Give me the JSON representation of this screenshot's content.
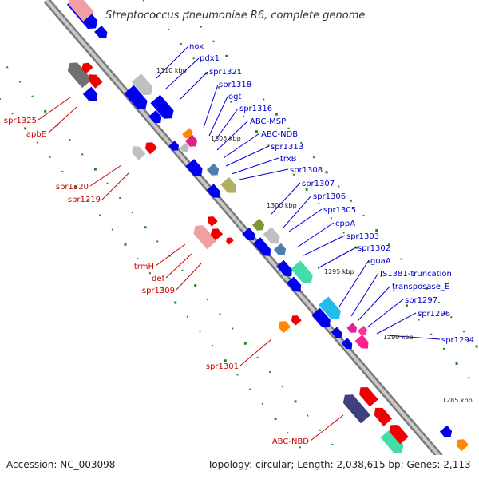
{
  "title": "Streptococcus pneumoniae R6, complete genome",
  "footer": {
    "accession": "Accession: NC_003098",
    "topology": "Topology: circular; Length: 2,038,615 bp; Genes: 2,113"
  },
  "kbp_labels": [
    "1310 kbp",
    "1305 kbp",
    "1300 kbp",
    "1295 kbp",
    "1290 kbp",
    "1285 kbp"
  ],
  "forward_labels": [
    "nox",
    "pdx1",
    "spr1321",
    "spr1318",
    "ogt",
    "spr1316",
    "ABC-MSP",
    "ABC-NDB",
    "spr1313",
    "trxB",
    "spr1308",
    "spr1307",
    "spr1306",
    "spr1305",
    "cppA",
    "spr1303",
    "spr1302",
    "guaA",
    "IS1381-truncation",
    "transposase_E",
    "spr1297",
    "spr1296",
    "spr1294"
  ],
  "reverse_labels": [
    "spr1325",
    "apbE",
    "spr1320",
    "spr1319",
    "trmH",
    "def",
    "spr1309",
    "spr1301",
    "ABC-NBD"
  ],
  "colors": {
    "forward_text": "#0000cc",
    "reverse_text": "#cc0000",
    "forward_gene": "#0000ee",
    "reverse_gene": "#ee0000",
    "backbone": "#9a9a9a",
    "dots": "#228822"
  }
}
